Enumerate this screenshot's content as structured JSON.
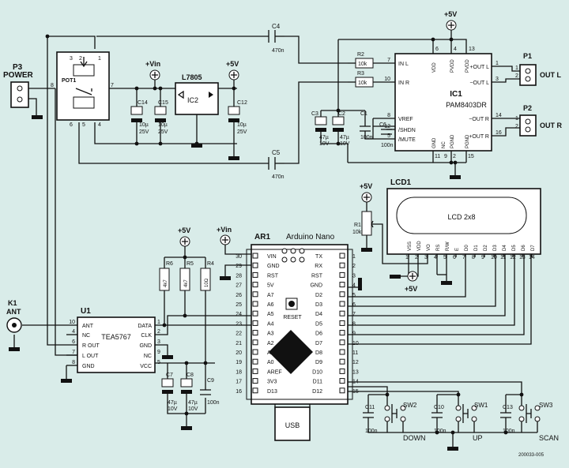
{
  "labels": {
    "p3": "P3",
    "power": "POWER",
    "pot1": "POT1",
    "c4": "C4",
    "c4v": "470n",
    "c5": "C5",
    "c5v": "470n",
    "vin1": "+Vin",
    "v5a": "+5V",
    "l7805": "L7805",
    "ic2": "IC2",
    "c14": "C14",
    "c15": "C15",
    "c14v": "10µ\n25V",
    "c15v": "10µ\n25V",
    "c12": "C12",
    "c12v": "10µ\n25V",
    "v5top": "+5V",
    "r2": "R2",
    "r2v": "10k",
    "r3": "R3",
    "r3v": "10k",
    "ic1": "IC1",
    "pam": "PAM8403DR",
    "c3": "C3",
    "c2": "C2",
    "c1": "C1",
    "c6": "C6",
    "c3v": "47µ\n10V",
    "c2v": "47µ\n10V",
    "c1v": "100n",
    "c6v": "100n",
    "p1": "P1",
    "outl": "OUT L",
    "p2": "P2",
    "outr": "OUT R",
    "lcd1": "LCD1",
    "lcd": "LCD 2x8",
    "r1": "R1",
    "r1v": "10k",
    "v5lcd": "+5V",
    "v5lcdb": "+5V",
    "ar1": "AR1",
    "nano": "Arduino Nano",
    "reset": "RESET",
    "usb": "USB",
    "vinar": "+Vin",
    "v5r": "+5V",
    "r6": "R6",
    "r5": "R5",
    "r4": "R4",
    "r6v": "4k7",
    "r5v": "4k7",
    "r4v": "10Ω",
    "k1": "K1",
    "ant": "ANT",
    "u1": "U1",
    "tea": "TEA5767",
    "c7": "C7",
    "c8": "C8",
    "c9": "C9",
    "c7v": "47µ\n10V",
    "c8v": "47µ\n10V",
    "c9v": "100n",
    "c11": "C11",
    "c10": "C10",
    "c13": "C13",
    "c11v": "100n",
    "c10v": "100n",
    "c13v": "100n",
    "sw2": "SW2",
    "sw1": "SW1",
    "sw3": "SW3",
    "down": "DOWN",
    "up": "UP",
    "scan": "SCAN",
    "code": "200033-005"
  },
  "ic1_pins": {
    "left": [
      [
        "7",
        "IN L"
      ],
      [
        "10",
        "IN R"
      ],
      [
        "8",
        "VREF"
      ],
      [
        "12",
        "/SHDN"
      ],
      [
        "5",
        "/MUTE"
      ]
    ],
    "top": [
      [
        "6",
        "VDD"
      ],
      [
        "4",
        "PVDD"
      ],
      [
        "13",
        "PVDD"
      ]
    ],
    "bottom": [
      [
        "11",
        "GND"
      ],
      [
        "9",
        "NC"
      ],
      [
        "2",
        "PGND"
      ],
      [
        "15",
        "PGND"
      ]
    ],
    "right": [
      [
        "1",
        "+OUT L"
      ],
      [
        "3",
        "−OUT L"
      ],
      [
        "14",
        "−OUT R"
      ],
      [
        "16",
        "+OUT R"
      ]
    ]
  },
  "lcd_pins": [
    "VSS",
    "VDD",
    "VO",
    "RS",
    "R/W",
    "E",
    "D0",
    "D1",
    "D2",
    "D3",
    "D4",
    "D5",
    "D6",
    "D7"
  ],
  "nano_left": [
    [
      "30",
      "VIN"
    ],
    [
      "29",
      "GND"
    ],
    [
      "28",
      "RST"
    ],
    [
      "27",
      "5V"
    ],
    [
      "26",
      "A7"
    ],
    [
      "25",
      "A6"
    ],
    [
      "24",
      "A5"
    ],
    [
      "23",
      "A4"
    ],
    [
      "22",
      "A3"
    ],
    [
      "21",
      "A2"
    ],
    [
      "20",
      "A1"
    ],
    [
      "19",
      "A0"
    ],
    [
      "18",
      "AREF"
    ],
    [
      "17",
      "3V3"
    ],
    [
      "16",
      "D13"
    ]
  ],
  "nano_right": [
    [
      "1",
      "TX"
    ],
    [
      "2",
      "RX"
    ],
    [
      "3",
      "RST"
    ],
    [
      "4",
      "GND"
    ],
    [
      "5",
      "D2"
    ],
    [
      "6",
      "D3"
    ],
    [
      "7",
      "D4"
    ],
    [
      "8",
      "D5"
    ],
    [
      "9",
      "D6"
    ],
    [
      "10",
      "D7"
    ],
    [
      "11",
      "D8"
    ],
    [
      "12",
      "D9"
    ],
    [
      "13",
      "D10"
    ],
    [
      "14",
      "D11"
    ],
    [
      "15",
      "D12"
    ]
  ],
  "tea_left": [
    [
      "10",
      "ANT"
    ],
    [
      "4",
      "NC"
    ],
    [
      "6",
      "R OUT"
    ],
    [
      "7",
      "L OUT"
    ],
    [
      "8",
      "GND"
    ]
  ],
  "tea_right": [
    [
      "1",
      "DATA"
    ],
    [
      "2",
      "CLK"
    ],
    [
      "3",
      "GND"
    ],
    [
      "9",
      "NC"
    ],
    [
      "5",
      "VCC"
    ]
  ]
}
